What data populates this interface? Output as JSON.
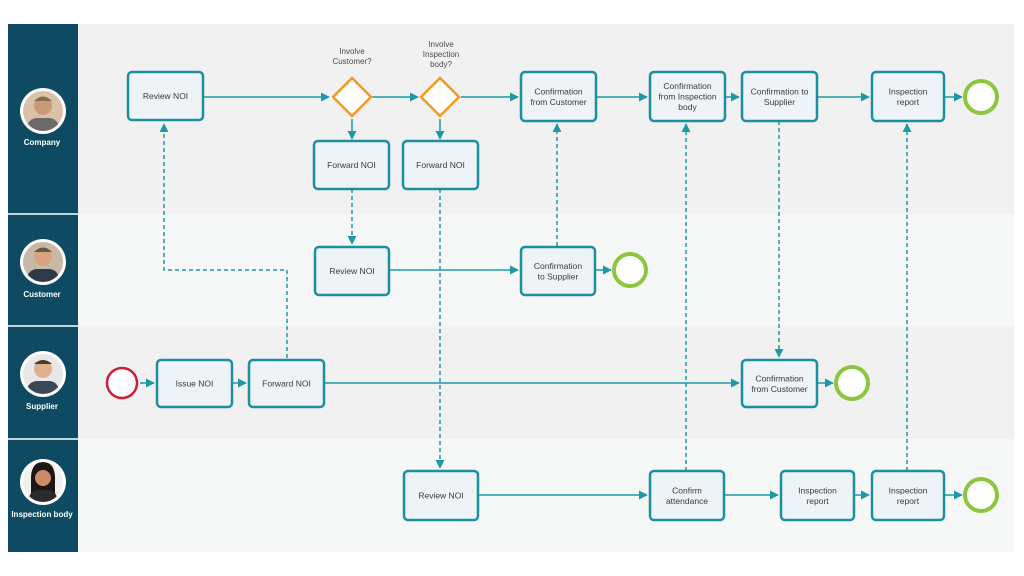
{
  "lanes": [
    {
      "id": "company",
      "label": "Company",
      "avatar": "company-avatar"
    },
    {
      "id": "customer",
      "label": "Customer",
      "avatar": "customer-avatar"
    },
    {
      "id": "supplier",
      "label": "Supplier",
      "avatar": "supplier-avatar"
    },
    {
      "id": "inspection",
      "label": "Inspection body",
      "avatar": "inspection-body-avatar"
    }
  ],
  "tasks": {
    "company_review_noi": "Review NOI",
    "company_forward_noi_1": "Forward NOI",
    "company_forward_noi_2": "Forward NOI",
    "company_confirmation_from_customer": "Confirmation from Customer",
    "company_confirmation_from_inspection_body": "Confirmation from Inspection body",
    "company_confirmation_to_supplier": "Confirmation to Supplier",
    "company_inspection_report": "Inspection report",
    "customer_review_noi": "Review NOI",
    "customer_confirmation_to_supplier": "Confirmation to Supplier",
    "supplier_issue_noi": "Issue NOI",
    "supplier_forward_noi": "Forward NOI",
    "supplier_confirmation_from_customer": "Confirmation from Customer",
    "inspection_review_noi": "Review NOI",
    "inspection_confirm_attendance": "Confirm attendance",
    "inspection_inspection_report_1": "Inspection report",
    "inspection_inspection_report_2": "Inspection report"
  },
  "gateways": {
    "involve_customer": "Involve Customer?",
    "involve_inspection_body": "Involve Inspection body?"
  },
  "colors": {
    "lane_header": "#0e4b63",
    "lane_bg_a": "#f1f1f2",
    "lane_bg_b": "#f6f8f8",
    "task_border": "#1b8fa0",
    "task_fill": "#eef3f7",
    "arrow": "#1b9aa6",
    "gateway": "#f39a21",
    "start_event": "#cc1f36",
    "end_event": "#8cc63f"
  }
}
